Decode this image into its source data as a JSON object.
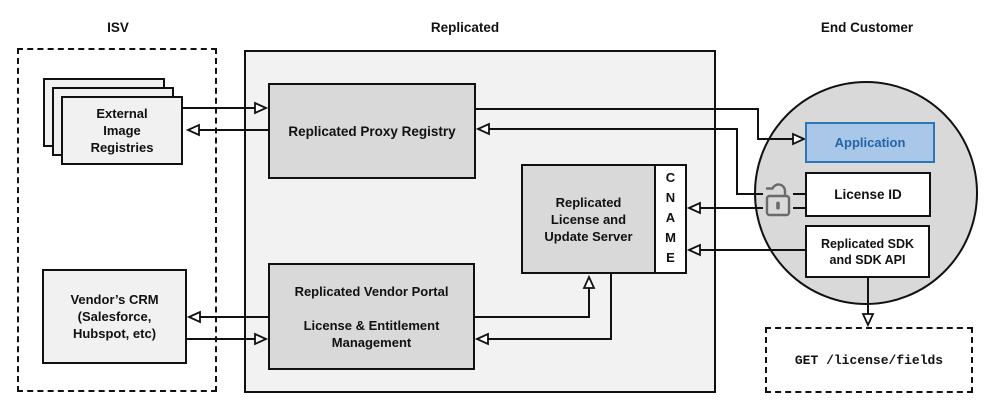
{
  "diagram": {
    "sections": {
      "isv": {
        "title": "ISV"
      },
      "replicated": {
        "title": "Replicated"
      },
      "end_customer": {
        "title": "End Customer"
      }
    },
    "nodes": {
      "external_registries": {
        "label": "External\nImage\nRegistries"
      },
      "vendor_crm": {
        "label": "Vendor’s CRM\n(Salesforce,\nHubspot, etc)"
      },
      "proxy_registry": {
        "label": "Replicated Proxy Registry"
      },
      "license_update_server": {
        "label": "Replicated\nLicense and\nUpdate Server"
      },
      "cname": {
        "label": "CNAME"
      },
      "vendor_portal": {
        "label": "Replicated Vendor Portal\n\nLicense & Entitlement\nManagement"
      },
      "application": {
        "label": "Application"
      },
      "license_id": {
        "label": "License ID"
      },
      "replicated_sdk": {
        "label": "Replicated SDK\nand SDK API"
      },
      "get_license_fields": {
        "label": "GET /license/fields"
      }
    },
    "icons": {
      "lock": "unlocked-padlock-icon"
    },
    "edges": [
      {
        "from": "external-image-registries",
        "to": "replicated-proxy-registry"
      },
      {
        "from": "replicated-proxy-registry",
        "to": "external-image-registries"
      },
      {
        "from": "replicated-proxy-registry",
        "to": "application"
      },
      {
        "from": "license-id",
        "to": "replicated-proxy-registry"
      },
      {
        "from": "license-id",
        "to": "cname"
      },
      {
        "from": "replicated-sdk",
        "to": "cname"
      },
      {
        "from": "vendor-portal",
        "to": "vendor-crm"
      },
      {
        "from": "vendor-crm",
        "to": "vendor-portal"
      },
      {
        "from": "vendor-portal",
        "to": "license-update-server"
      },
      {
        "from": "license-update-server",
        "to": "vendor-portal"
      },
      {
        "from": "replicated-sdk",
        "to": "get-license-fields"
      }
    ],
    "colors": {
      "line": "#111111",
      "outer_fill": "#f2f2f2",
      "node_fill": "#d9d9d9",
      "light_fill": "#f1f1f1",
      "circle_fill": "#d9d9d9",
      "app_fill": "#a9c7e8",
      "app_border": "#2e75b6",
      "app_text": "#2364a5",
      "lock_gray": "#6a6a6a"
    }
  }
}
